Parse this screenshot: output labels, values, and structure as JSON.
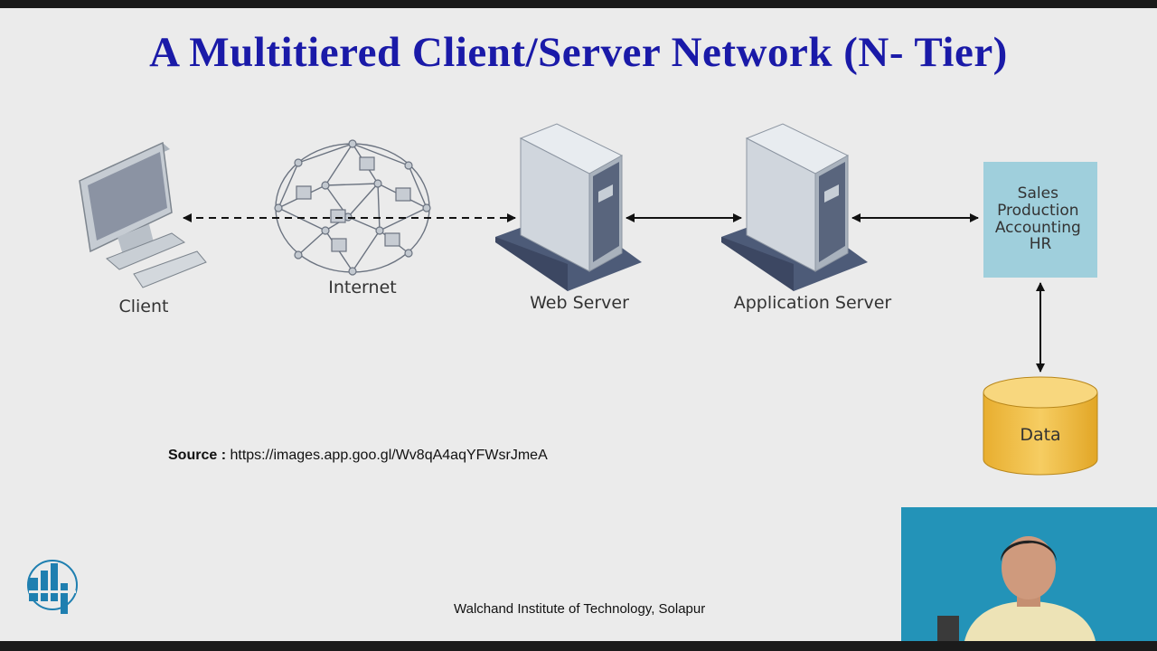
{
  "slide": {
    "title": "A Multitiered Client/Server Network (N- Tier)"
  },
  "diagram": {
    "nodes": {
      "client": "Client",
      "internet": "Internet",
      "web_server": "Web Server",
      "application_server": "Application Server",
      "departments": [
        "Sales",
        "Production",
        "Accounting",
        "HR"
      ],
      "data": "Data"
    },
    "colors": {
      "department_box": "#9fcfdc",
      "database": "#f3c24e",
      "server": "#cfd6de",
      "server_base": "#4d5b78"
    }
  },
  "source": {
    "label": "Source :",
    "url": "https://images.app.goo.gl/Wv8qA4aqYFWsrJmeA"
  },
  "footer": {
    "text": "Walchand Institute of Technology, Solapur"
  },
  "colors": {
    "title": "#1a1aa8",
    "background": "#ebebeb"
  }
}
